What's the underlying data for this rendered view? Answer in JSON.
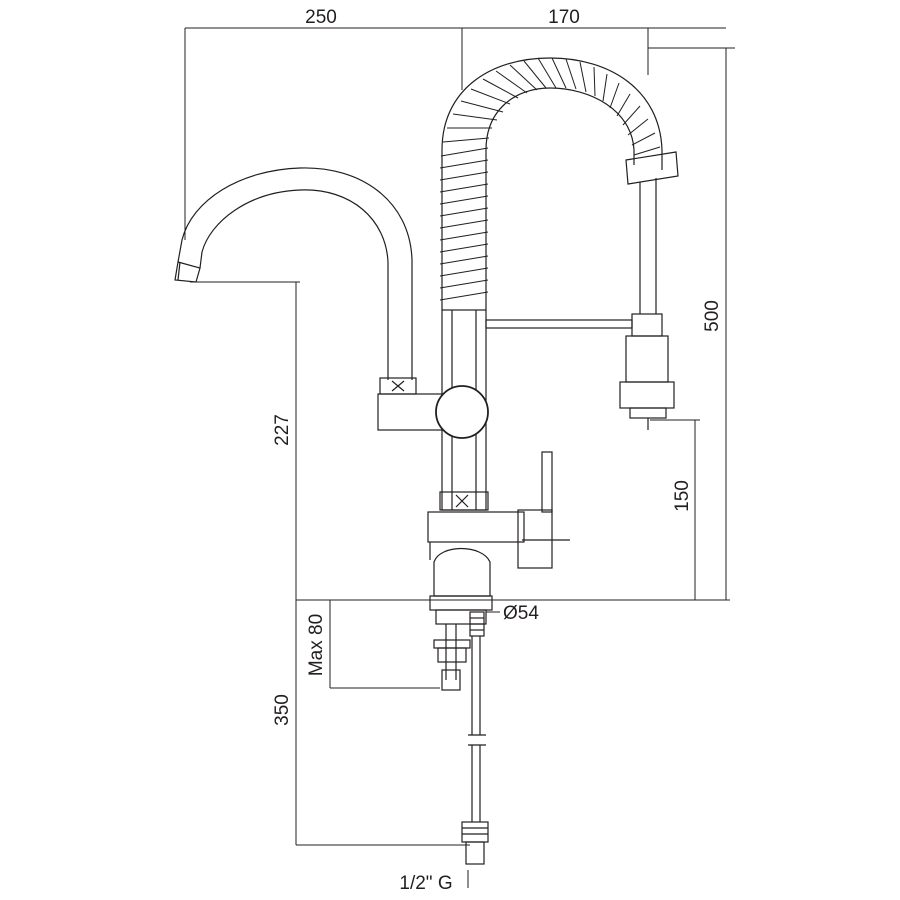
{
  "drawing": {
    "subject": "Pull-down kitchen mixer tap technical drawing",
    "dimensions": {
      "spout_reach": "250",
      "spray_reach": "170",
      "total_height": "500",
      "spout_height": "227",
      "spray_head_height": "150",
      "base_diameter": "Ø54",
      "max_deck_thickness": "Max 80",
      "hose_length": "350",
      "connection_thread": "1/2\" G"
    }
  }
}
